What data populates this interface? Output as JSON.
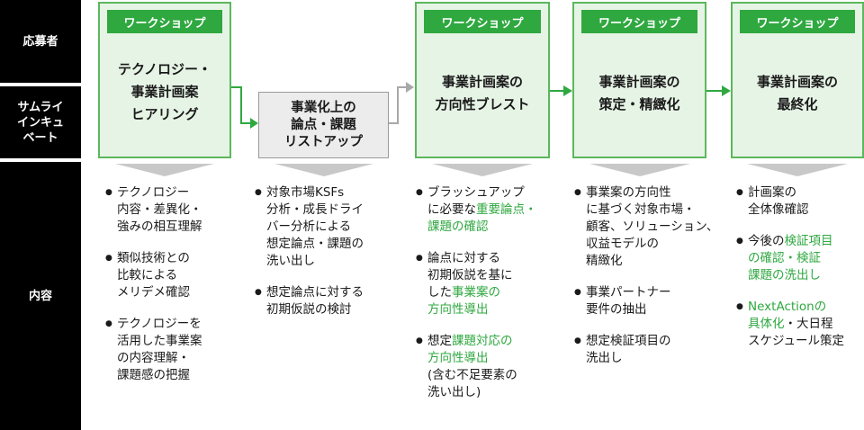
{
  "rows": {
    "applicant": "応募者",
    "samurai": "サムライ\nインキュ\nベート",
    "content": "内容"
  },
  "stages": [
    {
      "tag": "ワークショップ",
      "title": "テクノロジー・\n事業計画案\nヒアリング"
    },
    {
      "tag": "",
      "title": "事業化上の\n論点・課題\nリストアップ"
    },
    {
      "tag": "ワークショップ",
      "title": "事業計画案の\n方向性ブレスト"
    },
    {
      "tag": "ワークショップ",
      "title": "事業計画案の\n策定・精緻化"
    },
    {
      "tag": "ワークショップ",
      "title": "事業計画案の\n最終化"
    }
  ],
  "bullets": [
    [
      [
        {
          "t": "テクノロジー\n内容・差異化・\n強みの相互理解",
          "hl": false
        }
      ],
      [
        {
          "t": "類似技術との\n比較による\nメリデメ確認",
          "hl": false
        }
      ],
      [
        {
          "t": "テクノロジーを\n活用した事業案\nの内容理解・\n課題感の把握",
          "hl": false
        }
      ]
    ],
    [
      [
        {
          "t": "対象市場KSFs\n分析・成長ドライ\nバー分析による\n想定論点・課題の\n洗い出し",
          "hl": false
        }
      ],
      [
        {
          "t": "想定論点に対する\n初期仮説の検討",
          "hl": false
        }
      ]
    ],
    [
      [
        {
          "t": "ブラッシュアップ\nに必要な",
          "hl": false
        },
        {
          "t": "重要論点・\n課題の確認",
          "hl": true
        }
      ],
      [
        {
          "t": "論点に対する\n初期仮説を基に\nした",
          "hl": false
        },
        {
          "t": "事業案の\n方向性導出",
          "hl": true
        }
      ],
      [
        {
          "t": "想定",
          "hl": false
        },
        {
          "t": "課題対応の\n方向性導出",
          "hl": true
        },
        {
          "t": "\n(含む不足要素の\n洗い出し)",
          "hl": false
        }
      ]
    ],
    [
      [
        {
          "t": "事業案の方向性\nに基づく対象市場・\n顧客、ソリューション、\n収益モデルの\n精緻化",
          "hl": false
        }
      ],
      [
        {
          "t": "事業パートナー\n要件の抽出",
          "hl": false
        }
      ],
      [
        {
          "t": "想定検証項目の\n洗出し",
          "hl": false
        }
      ]
    ],
    [
      [
        {
          "t": "計画案の\n全体像確認",
          "hl": false
        }
      ],
      [
        {
          "t": "今後の",
          "hl": false
        },
        {
          "t": "検証項目\nの確認・検証\n課題の洗出し",
          "hl": true
        }
      ],
      [
        {
          "t": "NextActionの\n具体化",
          "hl": true
        },
        {
          "t": "・大日程\nスケジュール策定",
          "hl": false
        }
      ]
    ]
  ],
  "colors": {
    "accent_green": "#2fa840",
    "box_green": "#e6f4e6",
    "label_black": "#000000",
    "grey_box": "#ececec"
  }
}
